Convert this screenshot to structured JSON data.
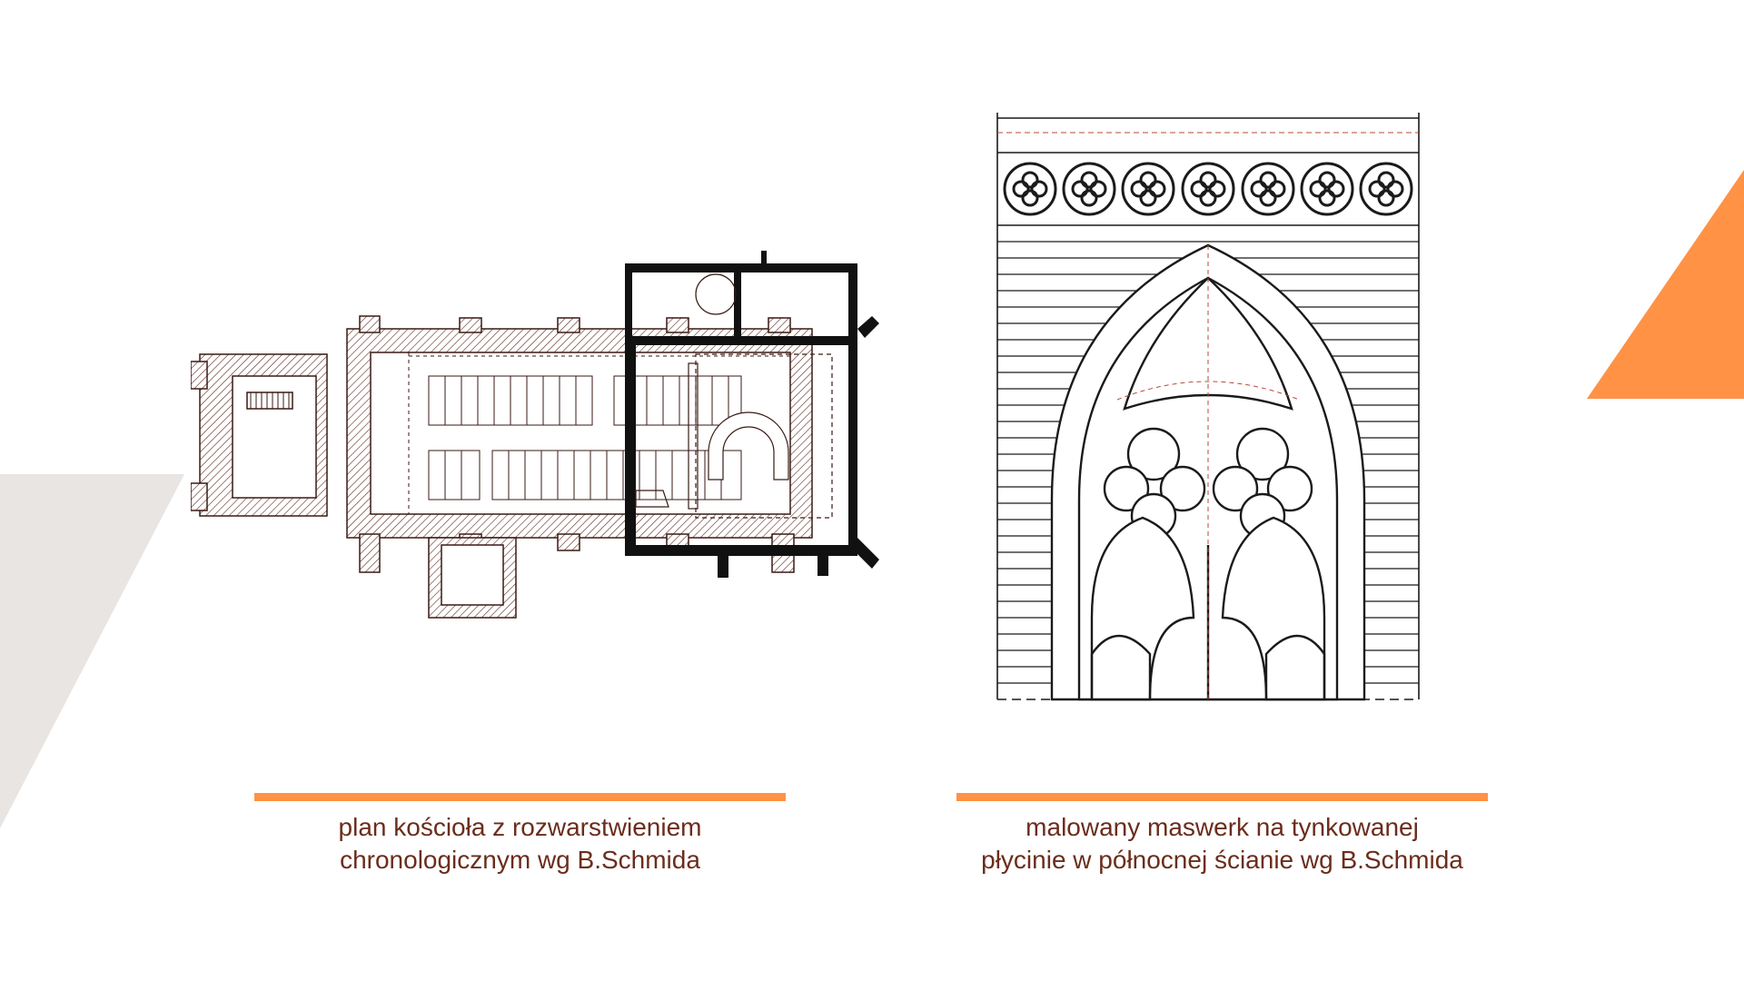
{
  "colors": {
    "accent": "#ff9245",
    "decor_gray": "#e8e5e2",
    "caption_text": "#6b2d1c",
    "drawing_ink": "#1a1a1a",
    "drawing_red": "#b84a3a"
  },
  "figures": [
    {
      "name": "church-floor-plan",
      "caption_lines": [
        "plan kościoła z rozwarstwieniem",
        "chronologicznym wg B.Schmida"
      ]
    },
    {
      "name": "painted-tracery-drawing",
      "caption_lines": [
        "malowany maswerk na tynkowanej",
        "płycinie w północnej ścianie wg B.Schmida"
      ]
    }
  ]
}
